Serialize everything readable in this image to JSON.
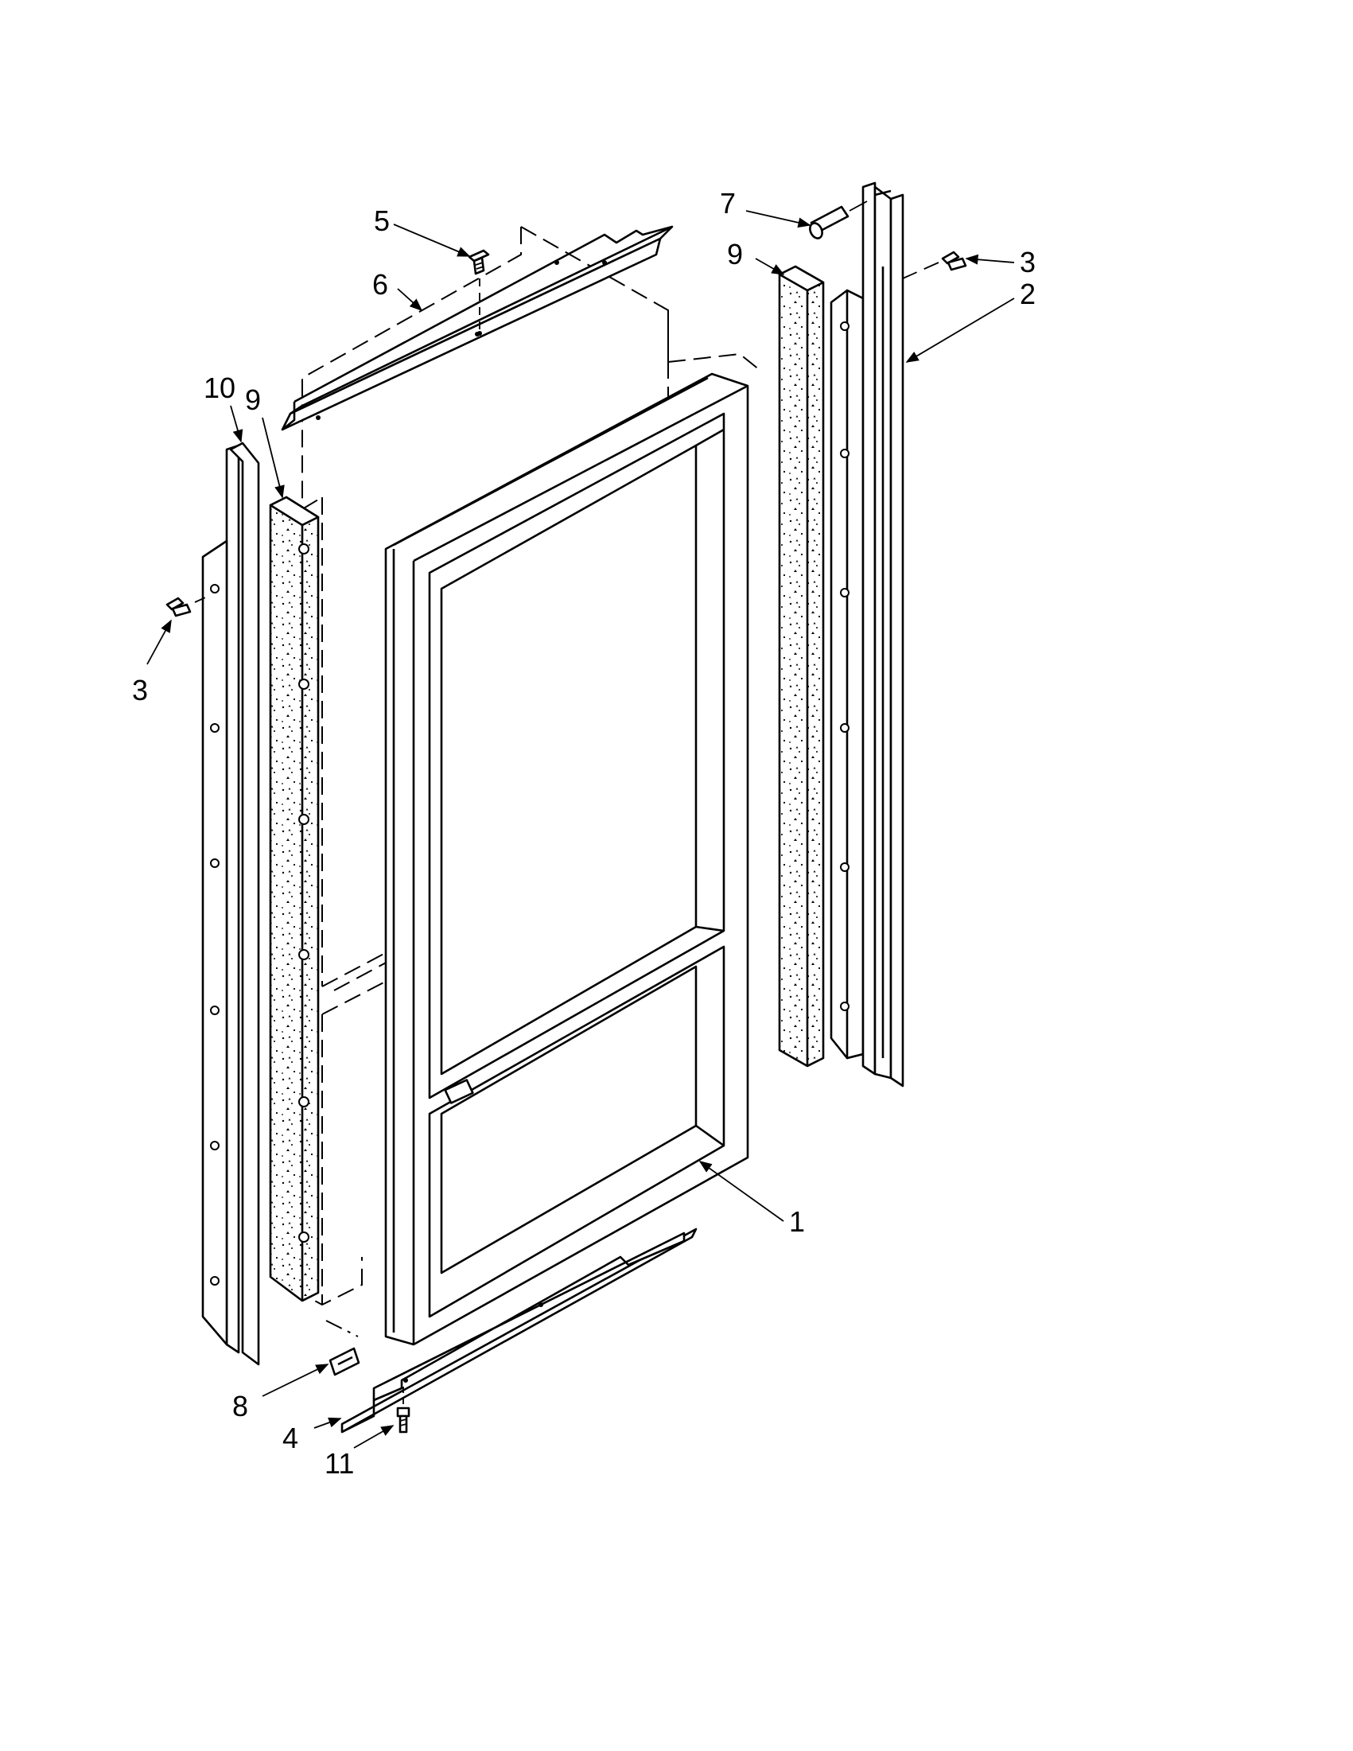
{
  "diagram": {
    "callouts": [
      {
        "id": "part-1",
        "label": "1"
      },
      {
        "id": "part-2",
        "label": "2"
      },
      {
        "id": "part-3-right",
        "label": "3"
      },
      {
        "id": "part-3-left",
        "label": "3"
      },
      {
        "id": "part-4",
        "label": "4"
      },
      {
        "id": "part-5",
        "label": "5"
      },
      {
        "id": "part-6",
        "label": "6"
      },
      {
        "id": "part-7",
        "label": "7"
      },
      {
        "id": "part-8",
        "label": "8"
      },
      {
        "id": "part-9-right",
        "label": "9"
      },
      {
        "id": "part-9-left",
        "label": "9"
      },
      {
        "id": "part-10",
        "label": "10"
      },
      {
        "id": "part-11",
        "label": "11"
      }
    ]
  }
}
